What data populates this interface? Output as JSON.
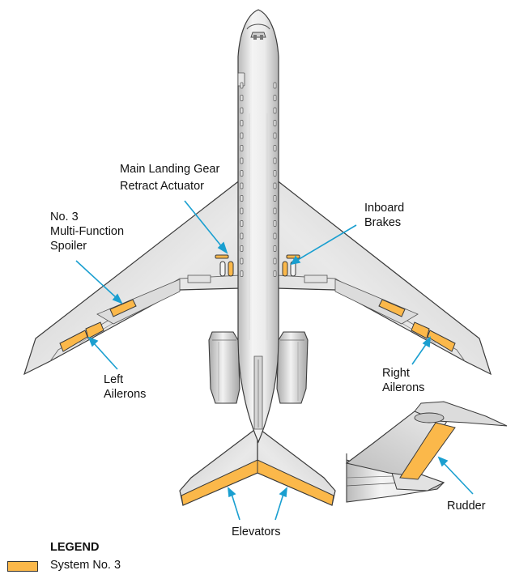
{
  "colors": {
    "system_no_3": "#fbb84a",
    "callout_line": "#1a9fd0",
    "skin_light": "#eeeeee",
    "skin_mid": "#cfcfcf",
    "skin_dark": "#9a9a9a",
    "outline": "#3a3a3a"
  },
  "labels": {
    "main_gear": [
      "Main Landing Gear",
      "Retract Actuator"
    ],
    "spoiler": [
      "No. 3",
      "Multi-Function",
      "Spoiler"
    ],
    "inboard_brakes": [
      "Inboard",
      "Brakes"
    ],
    "left_ailerons": [
      "Left",
      "Ailerons"
    ],
    "right_ailerons": [
      "Right",
      "Ailerons"
    ],
    "elevators": "Elevators",
    "rudder": "Rudder"
  },
  "legend": {
    "title": "LEGEND",
    "items": [
      {
        "label": "System No. 3",
        "color": "#fbb84a"
      }
    ]
  }
}
